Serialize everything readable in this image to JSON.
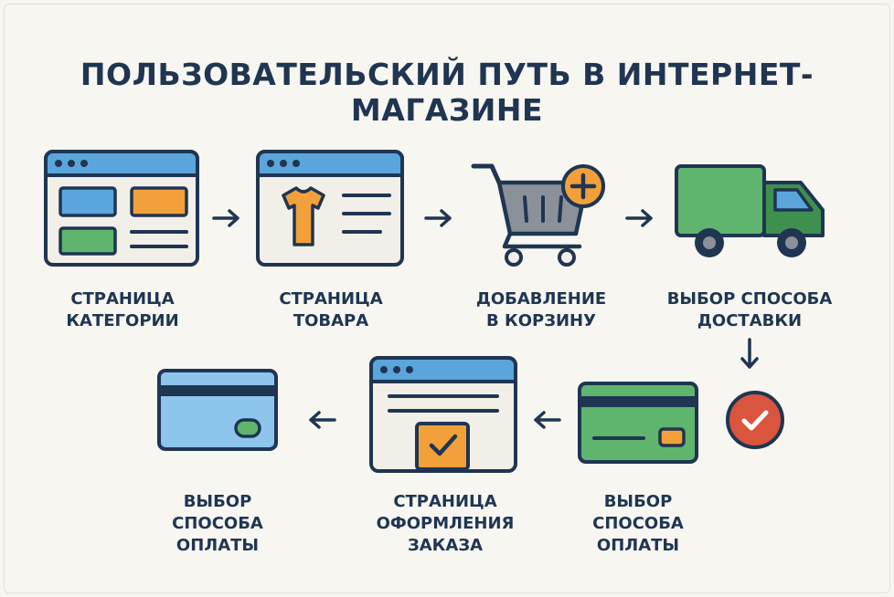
{
  "title": "ПОЛЬЗОВАТЕЛЬСКИЙ ПУТЬ В ИНТЕРНЕТ-МАГАЗИНЕ",
  "steps": [
    {
      "icon": "category-page-icon",
      "label": "СТРАНИЦА\nКАТЕГОРИИ"
    },
    {
      "icon": "product-page-icon",
      "label": "СТРАНИЦА\nТОВАРА"
    },
    {
      "icon": "cart-add-icon",
      "label": "ДОБАВЛЕНИЕ\nВ КОРЗИНУ"
    },
    {
      "icon": "delivery-truck-icon",
      "label": "ВЫБОР СПОСОБА\nДОСТАВКИ"
    },
    {
      "icon": "payment-card-icon",
      "label": "ВЫБОР\nСПОСОБА\nОПЛАТЫ"
    },
    {
      "icon": "checkout-page-icon",
      "label": "СТРАНИЦА\nОФОРМЛЕНИЯ\nЗАКАЗА"
    },
    {
      "icon": "payment-card-icon",
      "label": "ВЫБОР\nСПОСОБА\nОПЛАТЫ"
    }
  ],
  "colors": {
    "outline": "#1f3552",
    "blue": "#5aa6dc",
    "orange": "#f2a03a",
    "green": "#5fb56d",
    "dark_green": "#3f8f4f",
    "red": "#d9553e",
    "window_fill": "#f1efe8",
    "background": "#f7f6f1"
  }
}
